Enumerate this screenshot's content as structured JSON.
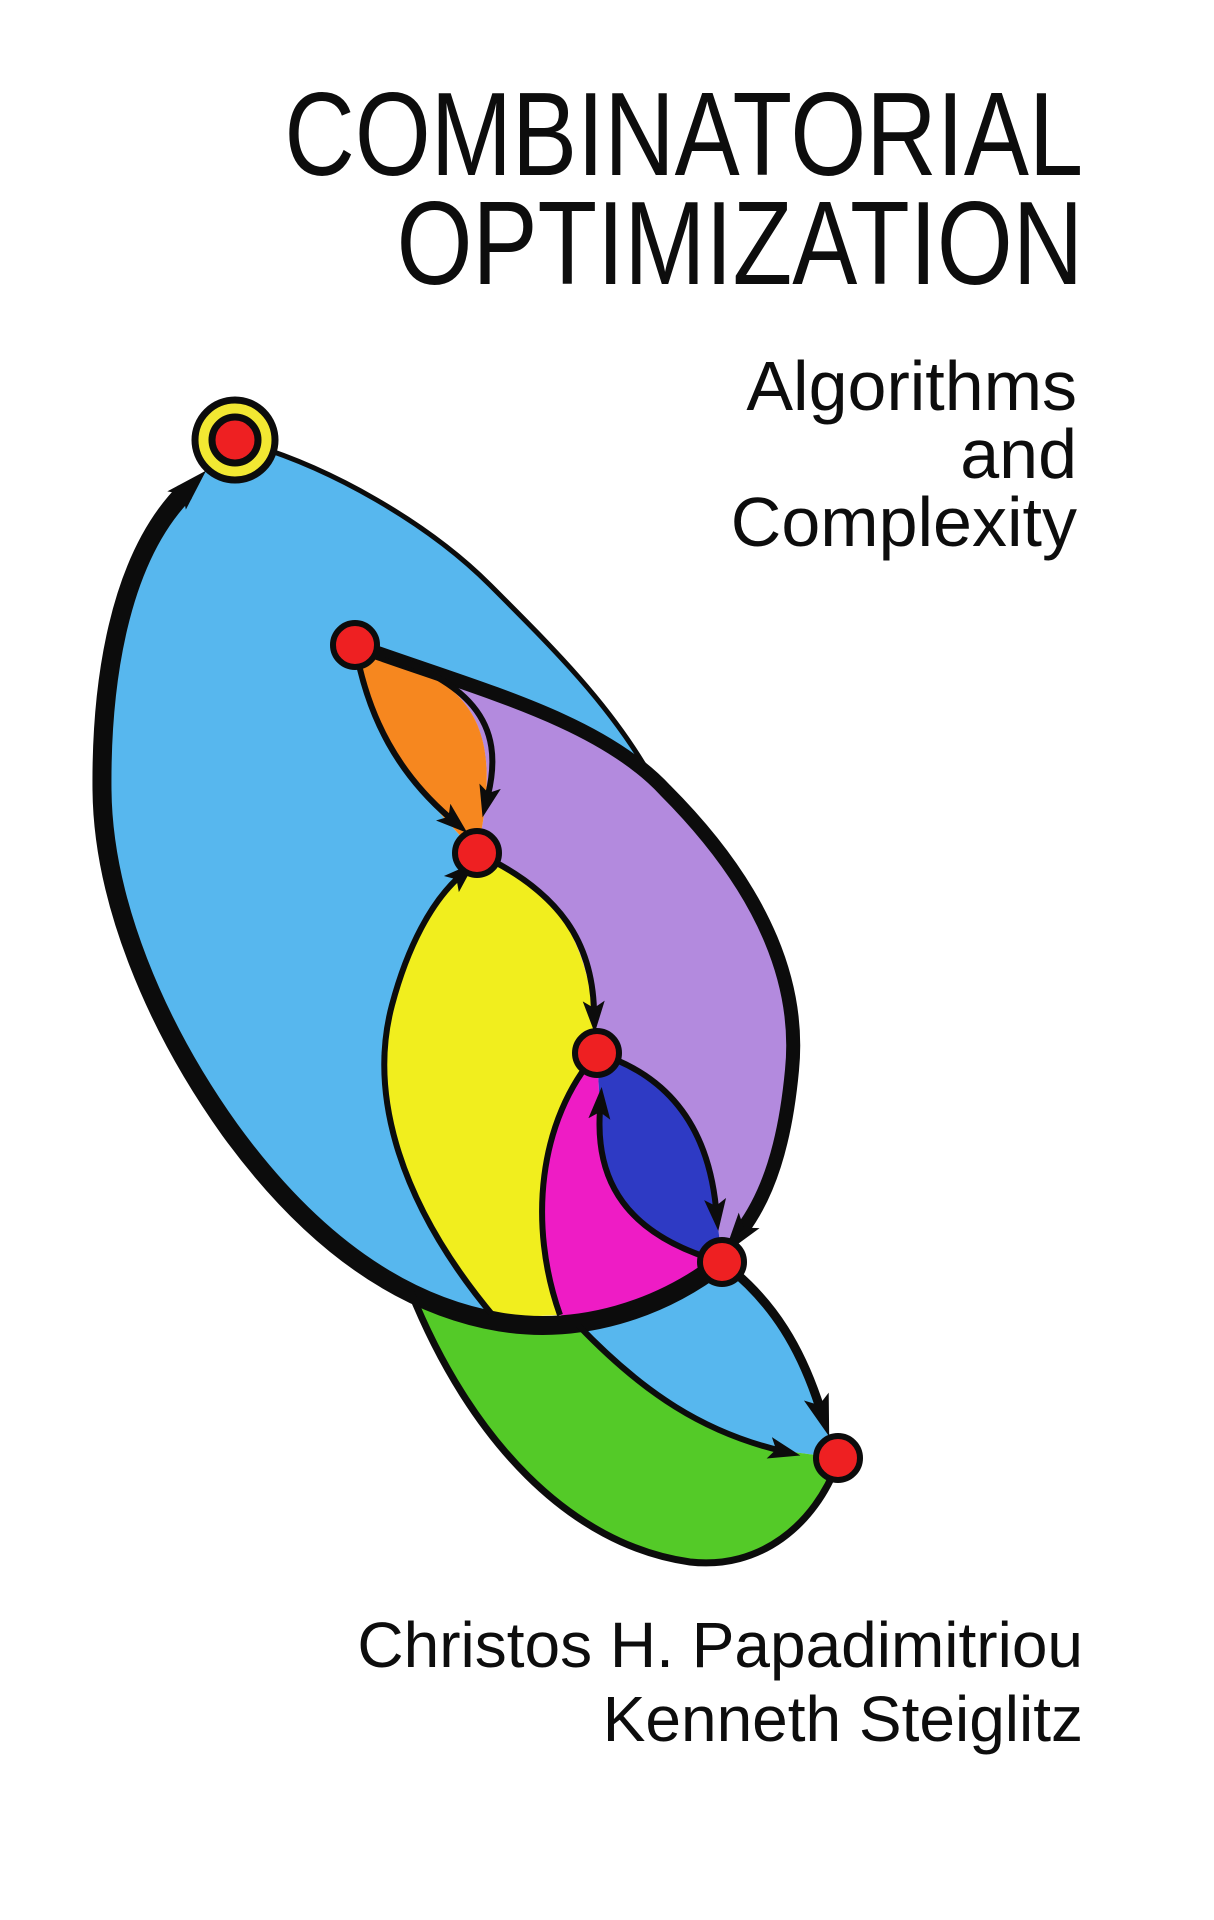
{
  "cover": {
    "title_line1": "COMBINATORIAL",
    "title_line2": "OPTIMIZATION",
    "subtitle_line1": "Algorithms",
    "subtitle_line2": "and",
    "subtitle_line3": "Complexity",
    "author_line1": "Christos H. Papadimitriou",
    "author_line2": "Kenneth Steiglitz"
  },
  "figure": {
    "node_count": 6,
    "colors": {
      "sky_blue": "#57b7ee",
      "orange": "#f6871f",
      "purple": "#b38ade",
      "yellow": "#f1ee1e",
      "magenta": "#ee1cc5",
      "royal_blue": "#2e3ac4",
      "green": "#54ca28",
      "node_red": "#ee2022",
      "ring_yellow": "#f2e832",
      "outline": "#0c0c0c",
      "background": "#ffffff"
    }
  }
}
